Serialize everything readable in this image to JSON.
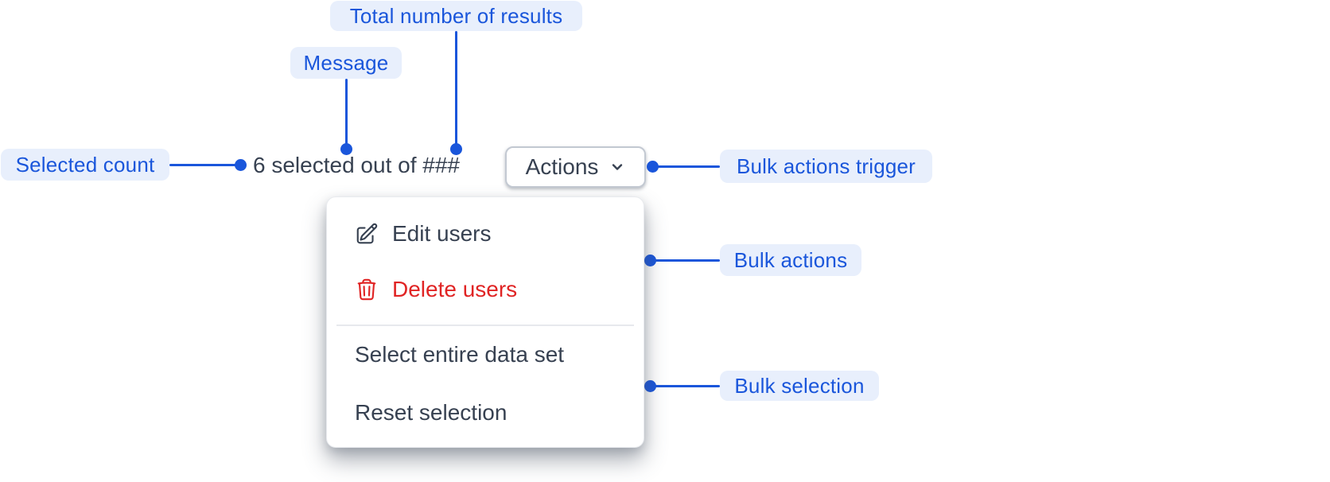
{
  "colors": {
    "accent_blue": "#1a56db",
    "annotation_background": "#e8effc",
    "text_dark": "#374151",
    "danger_red": "#e02424",
    "surface_white": "#ffffff",
    "border_gray": "#c3c9d2",
    "divider_gray": "#e7e9ed"
  },
  "annotations": [
    {
      "id": "total-results",
      "label": "Total number of results"
    },
    {
      "id": "message",
      "label": "Message"
    },
    {
      "id": "selected-count",
      "label": "Selected count"
    },
    {
      "id": "bulk-actions-trigger",
      "label": "Bulk actions trigger"
    },
    {
      "id": "bulk-actions",
      "label": "Bulk actions"
    },
    {
      "id": "bulk-selection",
      "label": "Bulk selection"
    }
  ],
  "component": {
    "message_text": "6 selected out of ###",
    "trigger": {
      "label": "Actions",
      "icon": "chevron-down-icon"
    },
    "menu": {
      "items": [
        {
          "label": "Edit users",
          "icon": "edit-icon",
          "variant": "default"
        },
        {
          "label": "Delete users",
          "icon": "trash-icon",
          "variant": "danger"
        },
        {
          "label": "Select entire data set",
          "icon": "",
          "variant": "default"
        },
        {
          "label": "Reset selection",
          "icon": "",
          "variant": "default"
        }
      ]
    }
  }
}
